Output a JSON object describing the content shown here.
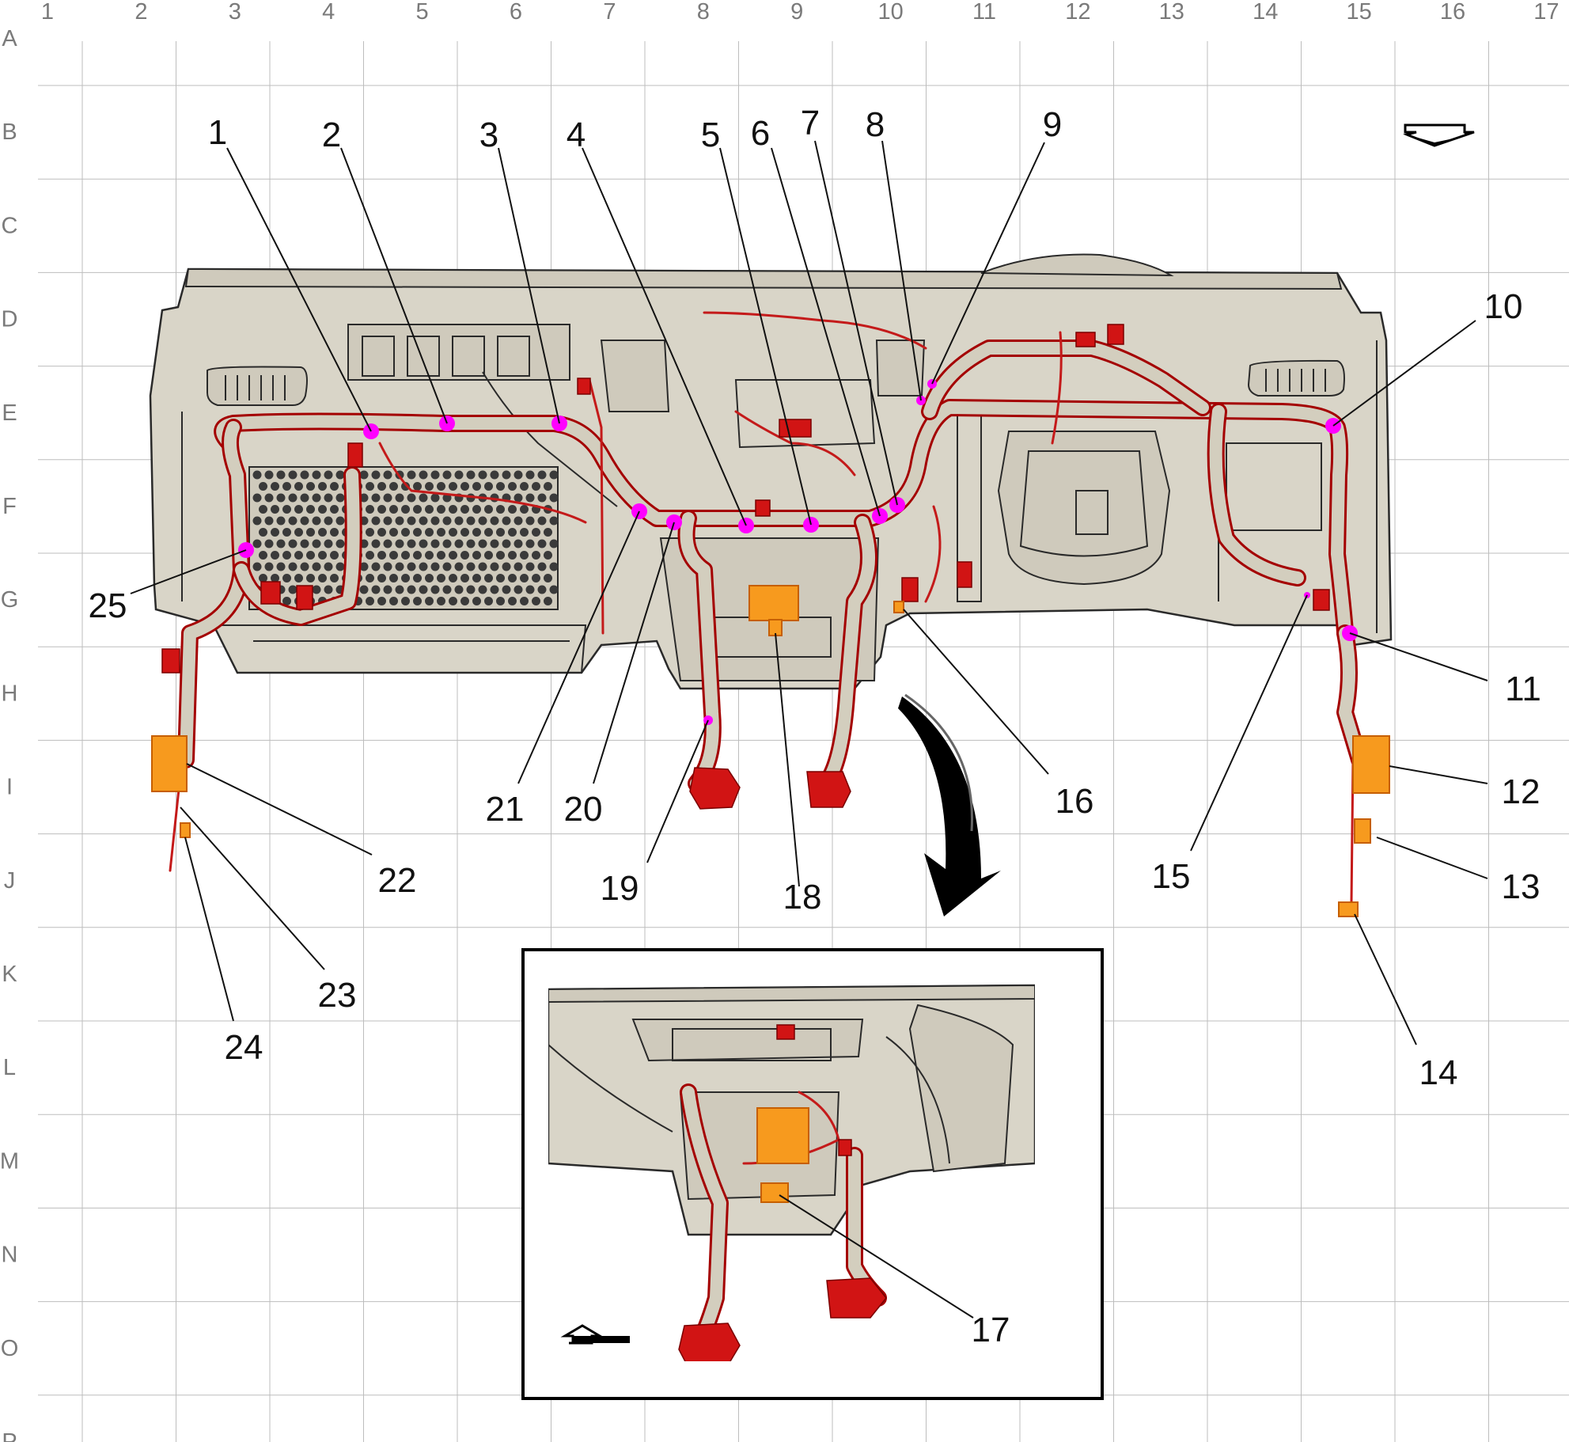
{
  "grid": {
    "columns": [
      "1",
      "2",
      "3",
      "4",
      "5",
      "6",
      "7",
      "8",
      "9",
      "10",
      "11",
      "12",
      "13",
      "14",
      "15",
      "16",
      "17"
    ],
    "rows": [
      "A",
      "B",
      "C",
      "D",
      "E",
      "F",
      "G",
      "H",
      "I",
      "J",
      "K",
      "L",
      "M",
      "N",
      "O",
      "P"
    ]
  },
  "callouts": [
    "1",
    "2",
    "3",
    "4",
    "5",
    "6",
    "7",
    "8",
    "9",
    "10",
    "11",
    "12",
    "13",
    "14",
    "15",
    "16",
    "17",
    "18",
    "19",
    "20",
    "21",
    "22",
    "23",
    "24",
    "25"
  ],
  "icons": {
    "view_arrow_top": "view-direction-arrow-icon",
    "view_arrow_inset": "view-direction-arrow-icon",
    "zoom_arrow": "curved-arrow-icon"
  },
  "colors": {
    "harness": "#a40000",
    "connector": "#f79a1e",
    "location_dot": "#ff00ff",
    "panel": "#d9d5c8"
  }
}
